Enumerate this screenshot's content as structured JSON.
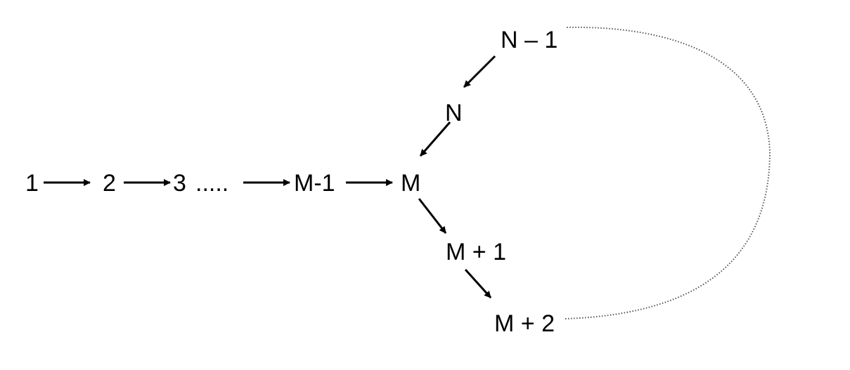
{
  "nodes": {
    "n1": "1",
    "n2": "2",
    "n3": "3",
    "ellipsis": ".....",
    "m_minus_1": "M-1",
    "m": "M",
    "n": "N",
    "n_minus_1": "N – 1",
    "m_plus_1": "M + 1",
    "m_plus_2": "M + 2"
  },
  "colors": {
    "ink": "#000000",
    "background": "#ffffff"
  }
}
